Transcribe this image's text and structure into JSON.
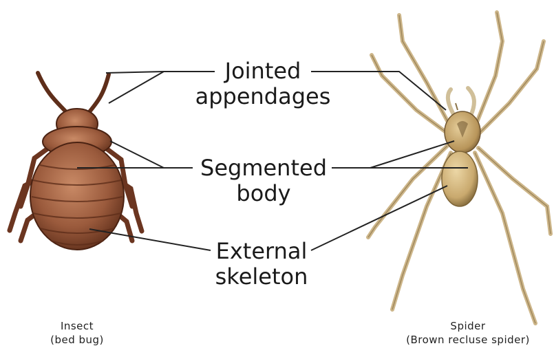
{
  "labels": {
    "jointed_line1": "Jointed",
    "jointed_line2": "appendages",
    "segmented_line1": "Segmented",
    "segmented_line2": "body",
    "external_line1": "External",
    "external_line2": "skeleton"
  },
  "captions": {
    "insect_line1": "Insect",
    "insect_line2": "(bed bug)",
    "spider_line1": "Spider",
    "spider_line2": "(Brown recluse spider)"
  },
  "colors": {
    "bedbug_body": "#9a5a3c",
    "bedbug_dark": "#5e2e1a",
    "bedbug_light": "#c98a66",
    "spider_body": "#c9a96e",
    "spider_dark": "#7d6437",
    "spider_leg": "#d8c49a",
    "leader_line": "#222222"
  }
}
